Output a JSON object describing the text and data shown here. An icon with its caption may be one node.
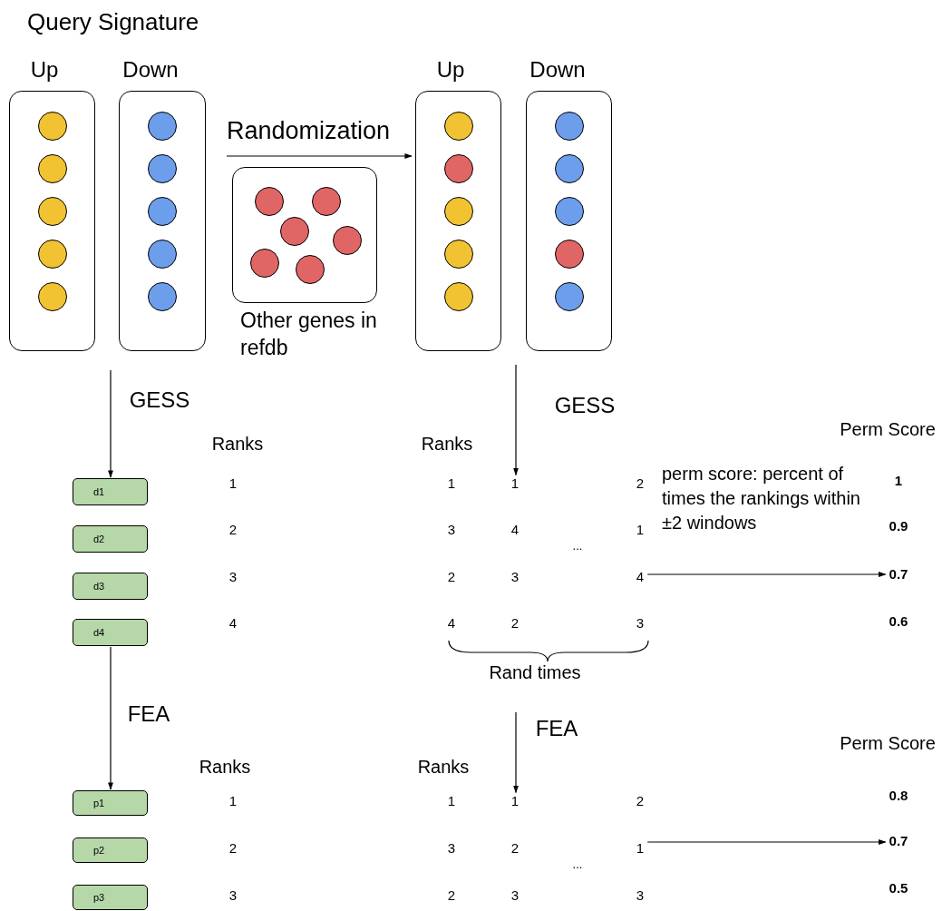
{
  "diagram": {
    "title": "Query Signature",
    "nodes": [
      {
        "text": [
          "Up"
        ]
      },
      {
        "text": [
          "Down"
        ]
      },
      {
        "text": [],
        "shape": "circle",
        "in": 0
      },
      {
        "text": [],
        "shape": "circle",
        "in": 0
      },
      {
        "text": [],
        "shape": "circle",
        "in": 0
      },
      {
        "text": [],
        "shape": "circle",
        "in": 0
      },
      {
        "text": [],
        "shape": "circle",
        "in": 0
      },
      {
        "text": [],
        "shape": "circle",
        "in": 1
      },
      {
        "text": [],
        "shape": "circle",
        "in": 1
      },
      {
        "text": [],
        "shape": "circle",
        "in": 1
      },
      {
        "text": [],
        "shape": "circle",
        "in": 1
      },
      {
        "text": [],
        "shape": "circle",
        "in": 1
      },
      {
        "text": [
          "Other genes in refdb"
        ]
      },
      {
        "text": [],
        "shape": "circle",
        "in": 12
      },
      {
        "text": [],
        "shape": "circle",
        "in": 12
      },
      {
        "text": [],
        "shape": "circle",
        "in": 12
      },
      {
        "text": [],
        "shape": "circle",
        "in": 12
      },
      {
        "text": [],
        "shape": "circle",
        "in": 12
      },
      {
        "text": [],
        "shape": "circle",
        "in": 12
      },
      {
        "text": [
          "Up"
        ]
      },
      {
        "text": [
          "Down"
        ]
      },
      {
        "text": [],
        "shape": "circle",
        "in": 19
      },
      {
        "text": [],
        "shape": "circle",
        "in": 19
      },
      {
        "text": [],
        "shape": "circle",
        "in": 19
      },
      {
        "text": [],
        "shape": "circle",
        "in": 19
      },
      {
        "text": [],
        "shape": "circle",
        "in": 19
      },
      {
        "text": [],
        "shape": "circle",
        "in": 20
      },
      {
        "text": [],
        "shape": "circle",
        "in": 20
      },
      {
        "text": [],
        "shape": "circle",
        "in": 20
      },
      {
        "text": [],
        "shape": "circle",
        "in": 20
      },
      {
        "text": [],
        "shape": "circle",
        "in": 20
      },
      {
        "text": [
          "d1"
        ]
      },
      {
        "text": [
          "d2"
        ]
      },
      {
        "text": [
          "d3"
        ]
      },
      {
        "text": [
          "d4"
        ]
      },
      {
        "text": [
          "1"
        ]
      },
      {
        "text": [
          "4"
        ]
      },
      {
        "text": [
          "0.7"
        ]
      },
      {
        "text": [
          "p1"
        ]
      },
      {
        "text": [
          "p2"
        ]
      },
      {
        "text": [
          "p3"
        ]
      },
      {
        "text": [
          "1"
        ]
      },
      {
        "text": [
          "1"
        ]
      },
      {
        "text": [
          "0.7"
        ]
      }
    ],
    "edges": [
      {
        "from": null,
        "to": 19,
        "arrow": "to",
        "label": "Randomization"
      },
      {
        "from": null,
        "to": 31,
        "arrow": "to",
        "label": "GESS"
      },
      {
        "from": null,
        "to": 35,
        "arrow": "to",
        "label": "GESS"
      },
      {
        "from": 36,
        "to": 37,
        "arrow": "to"
      },
      {
        "from": 34,
        "to": 38,
        "arrow": "to",
        "label": "FEA"
      },
      {
        "from": null,
        "to": 41,
        "arrow": "to",
        "label": "FEA"
      },
      {
        "from": 42,
        "to": 43,
        "arrow": "to"
      }
    ],
    "labels": [
      "Ranks",
      "Ranks",
      "Perm Score",
      "1",
      "2",
      "3",
      "4",
      "1",
      "2",
      "3",
      "4",
      "1",
      "...",
      "2",
      "3",
      "4",
      "2",
      "3",
      "perm score: percent of times the rankings within ±2 windows",
      "1",
      "0.9",
      "0.6",
      "Rand times",
      "Ranks",
      "Ranks",
      "Perm Score",
      "1",
      "2",
      "3",
      "1",
      "2",
      "3",
      "2",
      "...",
      "2",
      "3",
      "3",
      "0.8",
      "0.5"
    ]
  }
}
